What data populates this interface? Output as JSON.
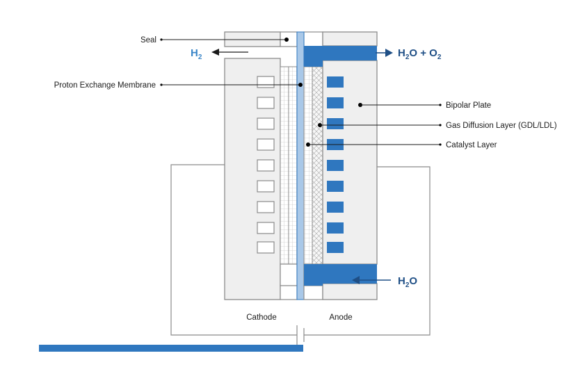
{
  "labels": {
    "seal": "Seal",
    "pem": "Proton Exchange Membrane",
    "bipolar_plate": "Bipolar Plate",
    "gdl": "Gas Diffusion Layer (GDL/LDL)",
    "catalyst": "Catalyst Layer",
    "cathode": "Cathode",
    "anode": "Anode"
  },
  "flows": {
    "h2_main": "H",
    "h2_sub": "2",
    "out_h2o": "H",
    "out_h2o_sub": "2",
    "out_o": "O + O",
    "out_o_sub": "2",
    "in_h": "H",
    "in_sub": "2",
    "in_o": "O"
  },
  "colors": {
    "accent_blue": "#2f77bf",
    "h2_text": "#3a86c8",
    "flow_text": "#1f4f86"
  }
}
